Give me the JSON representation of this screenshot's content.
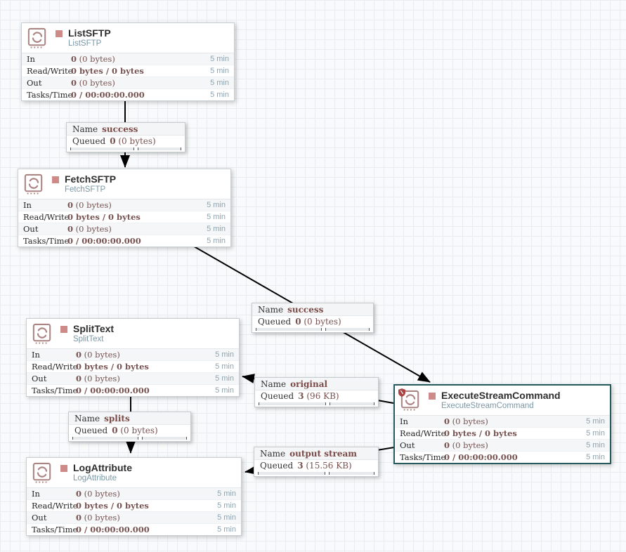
{
  "colors": {
    "selected_border": "#265b5e",
    "stopped_indicator": "#ce8a88",
    "stat_value_text": "#775351",
    "processor_type_text": "#7a98a6",
    "window_text": "#8da4b1",
    "icon_rose": "#ab8583",
    "restricted_shield": "#a94442"
  },
  "processors": [
    {
      "name": "ListSFTP",
      "type": "ListSFTP",
      "state": "stopped",
      "stats": [
        {
          "label": "In",
          "bold": "0",
          "rest": " (0 bytes)",
          "window": "5 min"
        },
        {
          "label": "Read/Write",
          "bold": "0 bytes / 0 bytes",
          "rest": "",
          "window": "5 min"
        },
        {
          "label": "Out",
          "bold": "0",
          "rest": " (0 bytes)",
          "window": "5 min"
        },
        {
          "label": "Tasks/Time",
          "bold": "0 / 00:00:00.000",
          "rest": "",
          "window": "5 min"
        }
      ]
    },
    {
      "name": "FetchSFTP",
      "type": "FetchSFTP",
      "state": "stopped",
      "stats": [
        {
          "label": "In",
          "bold": "0",
          "rest": " (0 bytes)",
          "window": "5 min"
        },
        {
          "label": "Read/Write",
          "bold": "0 bytes / 0 bytes",
          "rest": "",
          "window": "5 min"
        },
        {
          "label": "Out",
          "bold": "0",
          "rest": " (0 bytes)",
          "window": "5 min"
        },
        {
          "label": "Tasks/Time",
          "bold": "0 / 00:00:00.000",
          "rest": "",
          "window": "5 min"
        }
      ]
    },
    {
      "name": "SplitText",
      "type": "SplitText",
      "state": "stopped",
      "stats": [
        {
          "label": "In",
          "bold": "0",
          "rest": " (0 bytes)",
          "window": "5 min"
        },
        {
          "label": "Read/Write",
          "bold": "0 bytes / 0 bytes",
          "rest": "",
          "window": "5 min"
        },
        {
          "label": "Out",
          "bold": "0",
          "rest": " (0 bytes)",
          "window": "5 min"
        },
        {
          "label": "Tasks/Time",
          "bold": "0 / 00:00:00.000",
          "rest": "",
          "window": "5 min"
        }
      ]
    },
    {
      "name": "ExecuteStreamCommand",
      "type": "ExecuteStreamCommand",
      "state": "stopped",
      "selected": true,
      "restricted": true,
      "stats": [
        {
          "label": "In",
          "bold": "0",
          "rest": " (0 bytes)",
          "window": "5 min"
        },
        {
          "label": "Read/Write",
          "bold": "0 bytes / 0 bytes",
          "rest": "",
          "window": "5 min"
        },
        {
          "label": "Out",
          "bold": "0",
          "rest": " (0 bytes)",
          "window": "5 min"
        },
        {
          "label": "Tasks/Time",
          "bold": "0 / 00:00:00.000",
          "rest": "",
          "window": "5 min"
        }
      ]
    },
    {
      "name": "LogAttribute",
      "type": "LogAttribute",
      "state": "stopped",
      "stats": [
        {
          "label": "In",
          "bold": "0",
          "rest": " (0 bytes)",
          "window": "5 min"
        },
        {
          "label": "Read/Write",
          "bold": "0 bytes / 0 bytes",
          "rest": "",
          "window": "5 min"
        },
        {
          "label": "Out",
          "bold": "0",
          "rest": " (0 bytes)",
          "window": "5 min"
        },
        {
          "label": "Tasks/Time",
          "bold": "0 / 00:00:00.000",
          "rest": "",
          "window": "5 min"
        }
      ]
    }
  ],
  "connections": [
    {
      "name_label": "Name",
      "name": "success",
      "queued_label": "Queued",
      "count": "0",
      "size": "(0 bytes)"
    },
    {
      "name_label": "Name",
      "name": "success",
      "queued_label": "Queued",
      "count": "0",
      "size": "(0 bytes)"
    },
    {
      "name_label": "Name",
      "name": "original",
      "queued_label": "Queued",
      "count": "3",
      "size": "(96 KB)"
    },
    {
      "name_label": "Name",
      "name": "splits",
      "queued_label": "Queued",
      "count": "0",
      "size": "(0 bytes)"
    },
    {
      "name_label": "Name",
      "name": "output stream",
      "queued_label": "Queued",
      "count": "3",
      "size": "(15.56 KB)"
    }
  ]
}
